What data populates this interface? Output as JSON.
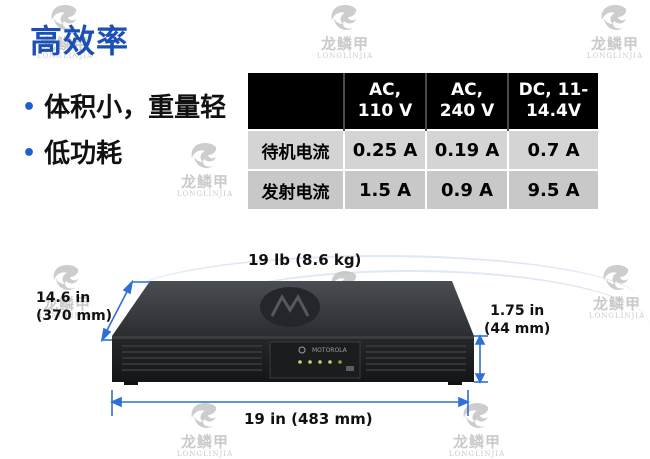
{
  "title": "高效率",
  "bullets": [
    "体积小，重量轻",
    "低功耗"
  ],
  "specs_table": {
    "headers": [
      "",
      "AC, 110 V",
      "AC, 240 V",
      "DC, 11-14.4V"
    ],
    "header_lines": [
      [
        "AC,",
        "110 V"
      ],
      [
        "AC,",
        "240 V"
      ],
      [
        "DC, 11-",
        "14.4V"
      ]
    ],
    "rows": [
      [
        "待机电流",
        "0.25 A",
        "0.19 A",
        "0.7 A"
      ],
      [
        "发射电流",
        "1.5 A",
        "0.9 A",
        "9.5 A"
      ]
    ]
  },
  "dimensions": {
    "weight": "19 lb (8.6 kg)",
    "depth_line1": "14.6 in",
    "depth_line2": "(370 mm)",
    "height_line1": "1.75 in",
    "height_line2": "(44 mm)",
    "width": "19 in (483 mm)"
  },
  "device": {
    "brand_label": "MOTOROLA"
  },
  "watermark": {
    "cn": "龙鳞甲",
    "en": "LONGLINJIA"
  },
  "colors": {
    "title": "#1a4fb6",
    "bullet": "#1f5fd0",
    "dimension_line": "#2f6fd6"
  }
}
